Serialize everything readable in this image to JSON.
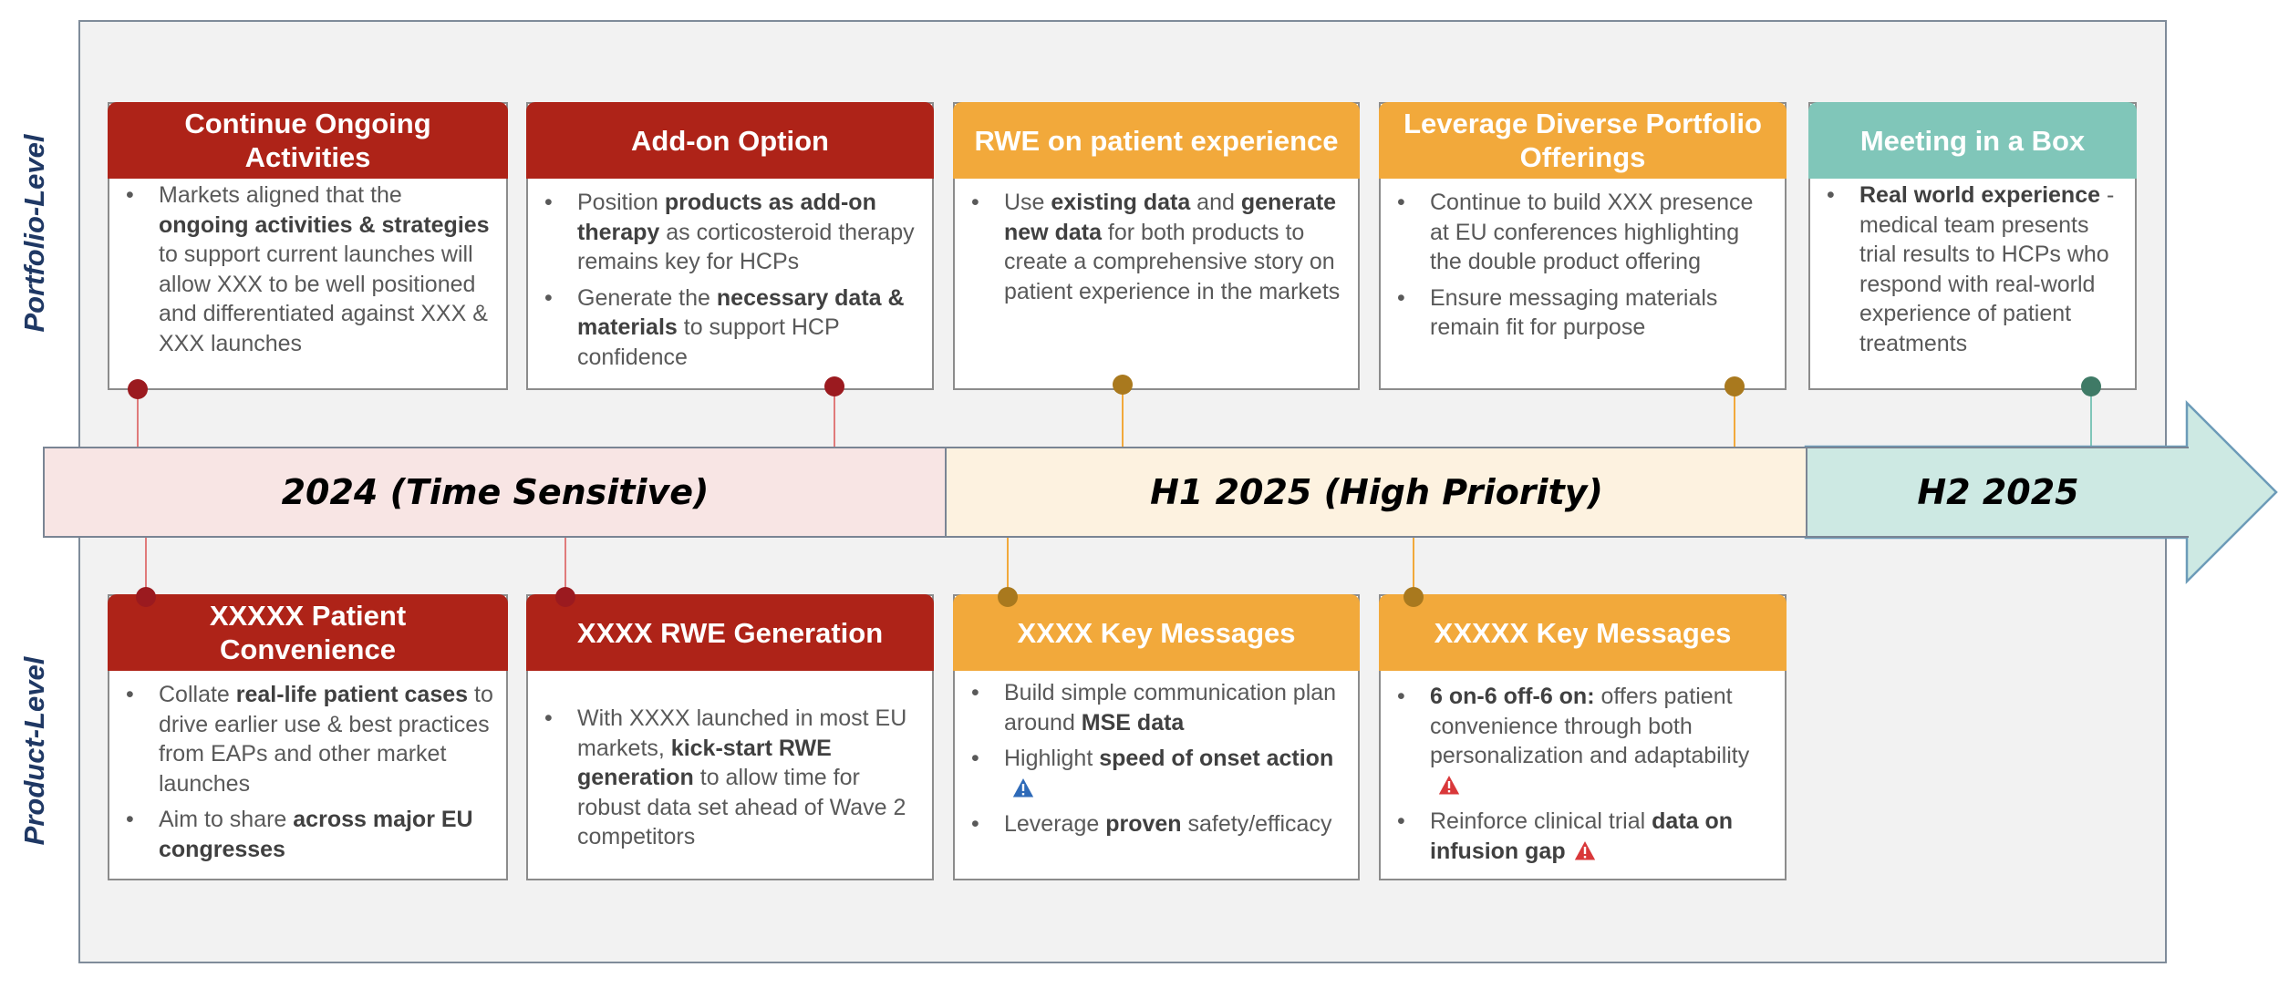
{
  "side_labels": {
    "portfolio": "Portfolio-Level",
    "product": "Product-Level"
  },
  "timeline": {
    "segments": [
      {
        "label": "2024 (Time Sensitive)",
        "fill": "#f8e5e4"
      },
      {
        "label": "H1 2025 (High Priority)",
        "fill": "#fdf2e0"
      },
      {
        "label": "H2 2025",
        "fill": "#cde9e3"
      }
    ]
  },
  "colors": {
    "red": "#ae2318",
    "orange": "#f2a93b",
    "teal": "#80c6b9",
    "dot_red": "#9b1a1f",
    "dot_orange": "#a9791e",
    "dot_teal": "#3f7a66",
    "info": "#2e6ab8",
    "warning": "#d9383a"
  },
  "portfolio_cards": [
    {
      "title": "Continue Ongoing Activities",
      "bullets": [
        [
          {
            "t": "Markets aligned that the ",
            "b": false
          },
          {
            "t": "ongoing activities & strategies",
            "b": true
          },
          {
            "t": " to support current launches will allow XXX to be well positioned and differentiated against XXX & XXX launches",
            "b": false
          }
        ]
      ]
    },
    {
      "title": "Add-on Option",
      "bullets": [
        [
          {
            "t": "Position ",
            "b": false
          },
          {
            "t": "products as add-on therapy",
            "b": true
          },
          {
            "t": " as corticosteroid therapy remains key for HCPs",
            "b": false
          }
        ],
        [
          {
            "t": "Generate the ",
            "b": false
          },
          {
            "t": "necessary data & materials",
            "b": true
          },
          {
            "t": " to support HCP confidence",
            "b": false
          }
        ]
      ]
    },
    {
      "title": "RWE on patient experience",
      "bullets": [
        [
          {
            "t": "Use ",
            "b": false
          },
          {
            "t": "existing data",
            "b": true
          },
          {
            "t": " and ",
            "b": false
          },
          {
            "t": "generate new data",
            "b": true
          },
          {
            "t": " for both products to create a comprehensive story on patient experience in the markets",
            "b": false
          }
        ]
      ]
    },
    {
      "title": "Leverage Diverse Portfolio Offerings",
      "bullets": [
        [
          {
            "t": "Continue to build XXX presence at EU conferences highlighting the double product offering",
            "b": false
          }
        ],
        [
          {
            "t": "Ensure messaging materials remain fit for purpose",
            "b": false
          }
        ]
      ]
    },
    {
      "title": "Meeting in a Box",
      "bullets": [
        [
          {
            "t": "Real world experience",
            "b": true
          },
          {
            "t": " - medical team presents trial results to HCPs who respond with real-world experience of patient treatments",
            "b": false
          }
        ]
      ]
    }
  ],
  "product_cards": [
    {
      "title": "XXXXX Patient Convenience",
      "bullets": [
        [
          {
            "t": "Collate ",
            "b": false
          },
          {
            "t": "real-life patient cases",
            "b": true
          },
          {
            "t": " to drive earlier use & best practices from EAPs and other market launches",
            "b": false
          }
        ],
        [
          {
            "t": "Aim to share ",
            "b": false
          },
          {
            "t": "across major EU congresses",
            "b": true
          }
        ]
      ]
    },
    {
      "title": "XXXX RWE Generation",
      "bullets": [
        [
          {
            "t": "With XXXX launched in most EU markets, ",
            "b": false
          },
          {
            "t": "kick-start RWE generation",
            "b": true
          },
          {
            "t": " to allow time for robust data set ahead of Wave 2 competitors",
            "b": false
          }
        ]
      ]
    },
    {
      "title": "XXXX Key Messages",
      "bullets": [
        [
          {
            "t": "Build simple communication plan around ",
            "b": false
          },
          {
            "t": "MSE data",
            "b": true
          }
        ],
        [
          {
            "t": "Highlight ",
            "b": false
          },
          {
            "t": "speed of onset action",
            "b": true
          },
          {
            "icon": "info"
          }
        ],
        [
          {
            "t": "Leverage ",
            "b": false
          },
          {
            "t": "proven",
            "b": true
          },
          {
            "t": " safety/efficacy",
            "b": false
          }
        ]
      ]
    },
    {
      "title": "XXXXX Key Messages",
      "bullets": [
        [
          {
            "t": "6 on-6 off-6 on:",
            "b": true
          },
          {
            "t": " offers patient convenience through both personalization and adaptability",
            "b": false
          },
          {
            "icon": "warning"
          }
        ],
        [
          {
            "t": "Reinforce clinical trial ",
            "b": false
          },
          {
            "t": "data on infusion gap",
            "b": true
          },
          {
            "icon": "warning"
          }
        ]
      ]
    }
  ]
}
